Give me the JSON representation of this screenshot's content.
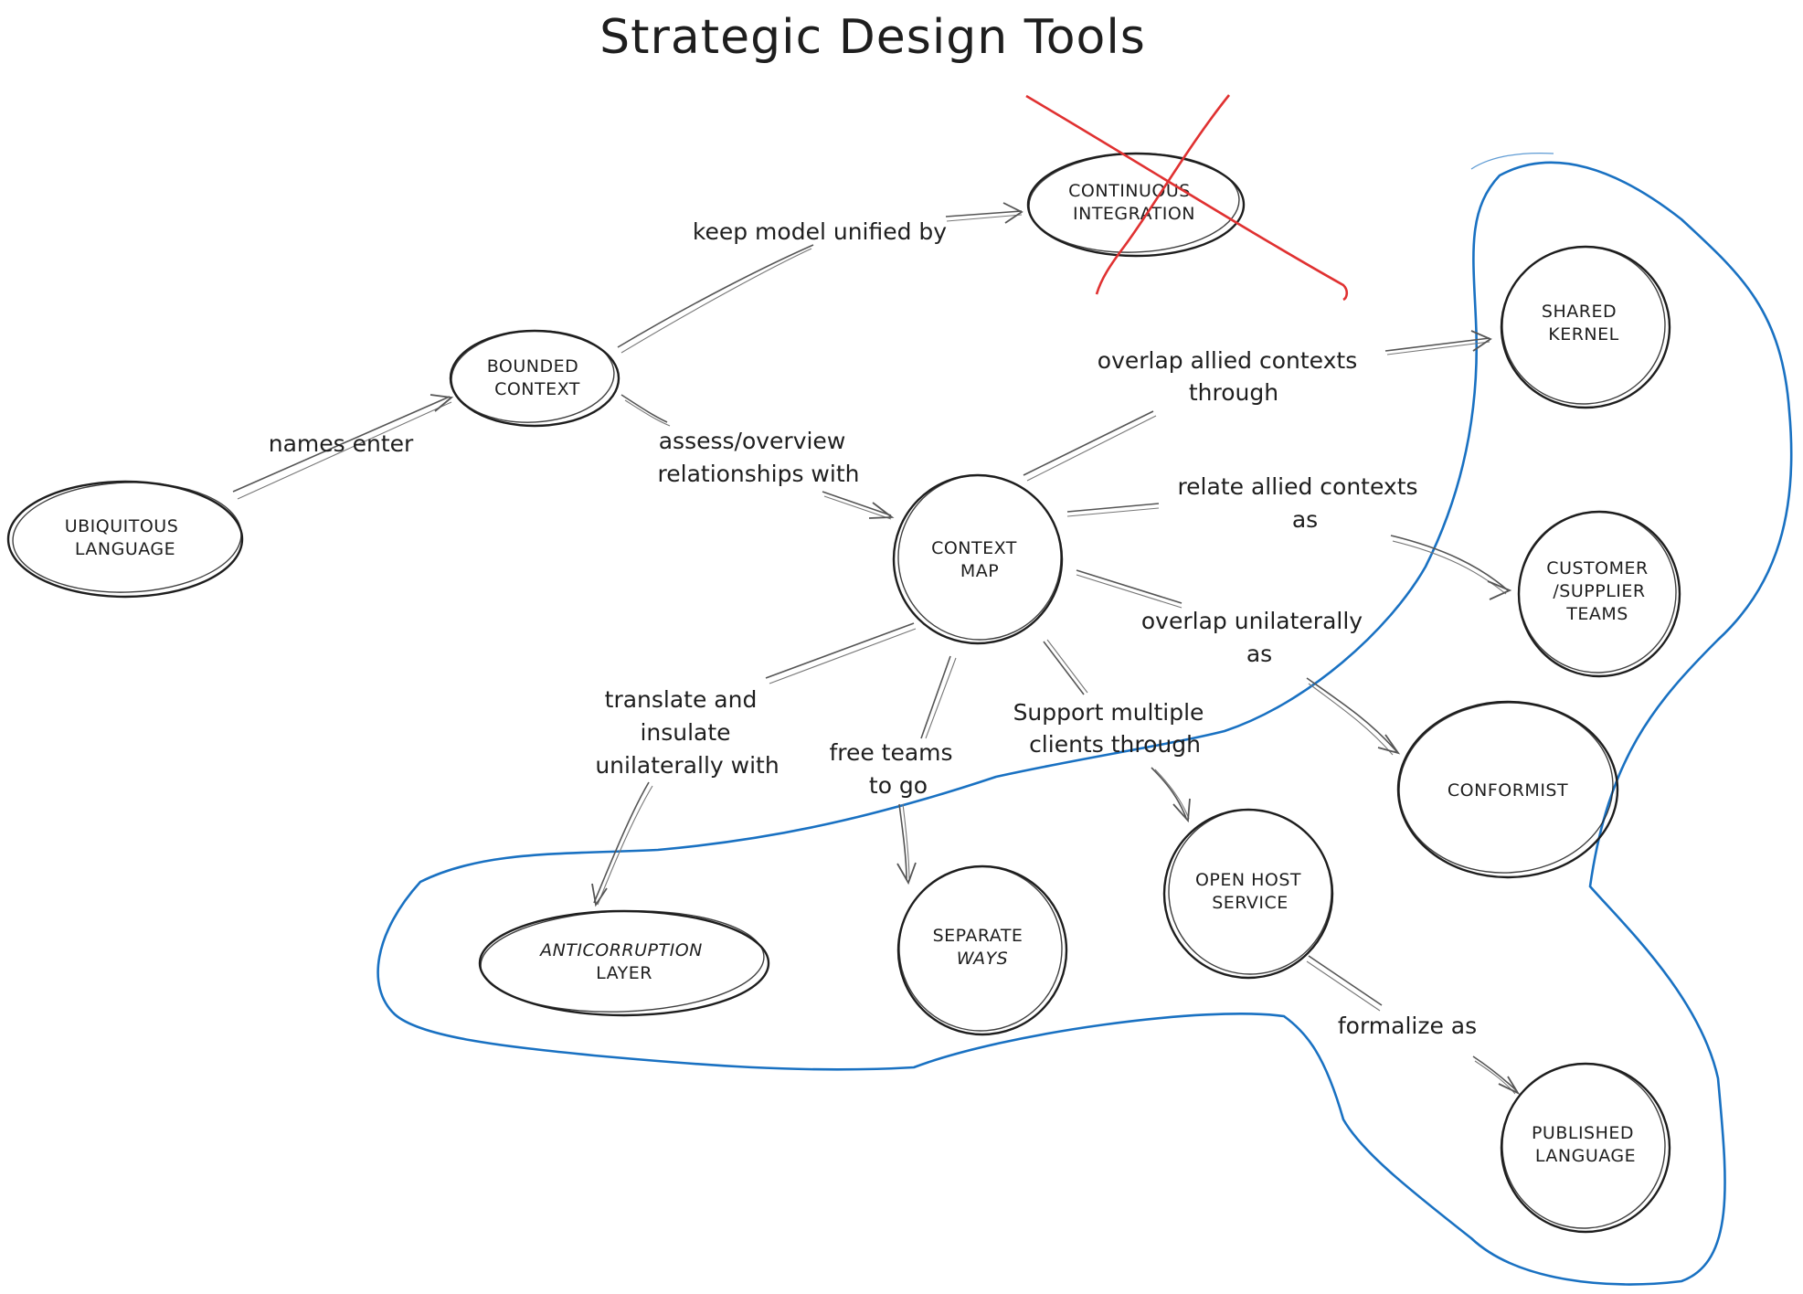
{
  "title": "Strategic Design Tools",
  "colors": {
    "ink": "#1e1e1e",
    "arrow": "#555555",
    "lasso": "#1971c2",
    "strike": "#e03131"
  },
  "nodes": {
    "ubiquitous_language": [
      "UBIQUITOUS",
      "LANGUAGE"
    ],
    "bounded_context": [
      "BOUNDED",
      "CONTEXT"
    ],
    "continuous_integration": [
      "CONTINUOUS",
      "INTEGRATION"
    ],
    "context_map": [
      "CONTEXT",
      "MAP"
    ],
    "shared_kernel": [
      "SHARED",
      "KERNEL"
    ],
    "customer_supplier_teams": [
      "CUSTOMER",
      "/SUPPLIER",
      "TEAMS"
    ],
    "conformist": [
      "CONFORMIST"
    ],
    "open_host_service": [
      "OPEN HOST",
      "SERVICE"
    ],
    "anticorruption_layer": [
      "ANTICORRUPTION",
      "LAYER"
    ],
    "separate_ways": [
      "SEPARATE",
      "WAYS"
    ],
    "published_language": [
      "PUBLISHED",
      "LANGUAGE"
    ]
  },
  "edges": {
    "names_enter": [
      "names enter"
    ],
    "keep_model_unified_by": [
      "keep model unified by"
    ],
    "assess_overview": [
      "assess/overview",
      "relationships with"
    ],
    "overlap_allied": [
      "overlap allied contexts",
      "through"
    ],
    "relate_allied": [
      "relate allied contexts",
      "as"
    ],
    "overlap_unilaterally": [
      "overlap unilaterally",
      "as"
    ],
    "translate_insulate": [
      "translate and",
      "insulate",
      "unilaterally with"
    ],
    "free_teams": [
      "free teams",
      "to go"
    ],
    "support_multiple": [
      "Support multiple",
      "clients through"
    ],
    "formalize_as": [
      "formalize as"
    ]
  }
}
